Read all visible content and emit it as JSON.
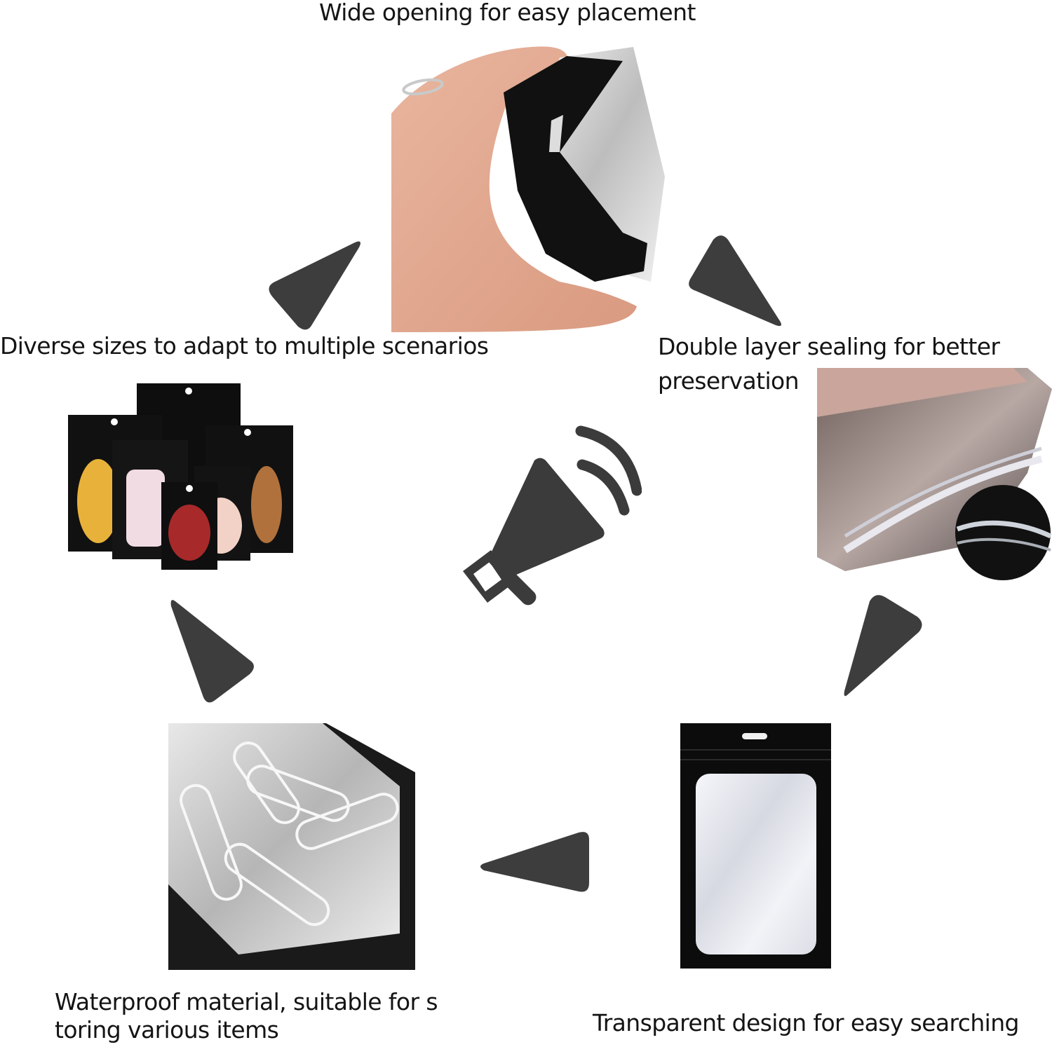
{
  "captions": {
    "top": "Wide opening for easy placement",
    "left": "Diverse sizes to adapt to multiple scenarios",
    "right_line1": "Double layer sealing for better",
    "right_line2": "preservation",
    "bottom_left_line1": "Waterproof material, suitable for s",
    "bottom_left_line2": "toring various items",
    "bottom_right": "Transparent design for easy searching"
  },
  "icons": {
    "center": "megaphone-icon",
    "arrows": [
      "arrow-to-left",
      "arrow-to-top",
      "arrow-to-left-down",
      "arrow-to-right-up",
      "arrow-to-left-bottom"
    ]
  },
  "photos": {
    "top": "hand holding open black mylar bag",
    "left": "assortment of black stand-up bags with snacks",
    "right": "close-up of double zipper seal",
    "bottom_left": "bag with paper clips",
    "bottom_right": "black bag with clear window"
  },
  "colors": {
    "arrow": "#3d3d3d",
    "bag": "#0d0d0d",
    "text": "#141414"
  }
}
